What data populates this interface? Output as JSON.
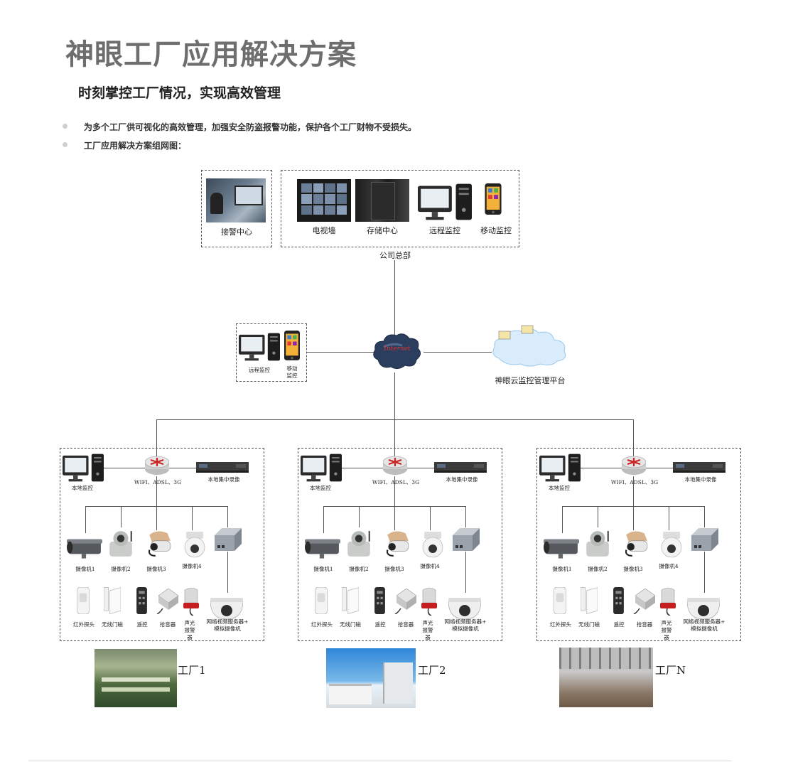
{
  "header": {
    "title": "神眼工厂应用解决方案",
    "subtitle": "时刻掌控工厂情况，实现高效管理"
  },
  "bullets": [
    "为多个工厂供可视化的高效管理，加强安全防盗报警功能，保护各个工厂财物不受损失。",
    "工厂应用解决方案组网图："
  ],
  "hq": {
    "alarm_center": "接警中心",
    "tv_wall": "电视墙",
    "storage_center": "存储中心",
    "remote_monitor": "远程监控",
    "mobile_monitor": "移动监控",
    "caption": "公司总部"
  },
  "remote": {
    "remote_monitor": "远程监控",
    "mobile_monitor": "移动\n监控"
  },
  "internet_label": "Internet",
  "cloud_platform": "神眼云监控管理平台",
  "factory_block": {
    "local_monitor": "本地监控",
    "router": "WIFI、ADSL、3G",
    "nvr": "本地集中录像",
    "cameras": [
      "摄像机1",
      "摄像机2",
      "摄像机3",
      "摄像机4"
    ],
    "sensors": [
      "红外探头",
      "无线门磁",
      "遥控",
      "拾音器",
      "声光\n报警\n器",
      "网络视频服务器+\n模拟摄像机"
    ]
  },
  "factories": [
    "工厂1",
    "工厂2",
    "工厂N"
  ],
  "colors": {
    "title": "#6e6e6e",
    "line": "#555555",
    "router": "#cc2222",
    "cloud": "#2b3e5e"
  }
}
